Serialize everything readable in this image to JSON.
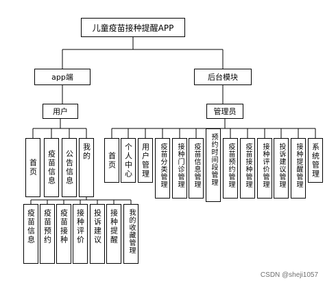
{
  "root": {
    "label": "儿童疫苗接种提醒APP"
  },
  "branches": [
    {
      "label": "app端",
      "role": {
        "label": "用户"
      },
      "modules": [
        {
          "label": "首页"
        },
        {
          "label": "疫苗信息"
        },
        {
          "label": "公告信息"
        },
        {
          "label": "我的",
          "children": [
            {
              "label": "疫苗信息"
            },
            {
              "label": "疫苗预约"
            },
            {
              "label": "疫苗接种"
            },
            {
              "label": "接种评价"
            },
            {
              "label": "投诉建议"
            },
            {
              "label": "接种提醒"
            },
            {
              "label": "我的收藏管理"
            }
          ]
        }
      ]
    },
    {
      "label": "后台模块",
      "role": {
        "label": "管理员"
      },
      "modules": [
        {
          "label": "首页"
        },
        {
          "label": "个人中心"
        },
        {
          "label": "用户管理"
        },
        {
          "label": "疫苗分类管理"
        },
        {
          "label": "接种门诊管理"
        },
        {
          "label": "疫苗信息管理"
        },
        {
          "label": "预约时间段管理"
        },
        {
          "label": "疫苗预约管理"
        },
        {
          "label": "疫苗接种管理"
        },
        {
          "label": "接种评价管理"
        },
        {
          "label": "投诉建议管理"
        },
        {
          "label": "接种提醒管理"
        },
        {
          "label": "系统管理"
        }
      ]
    }
  ],
  "watermark": "CSDN @sheji1057"
}
